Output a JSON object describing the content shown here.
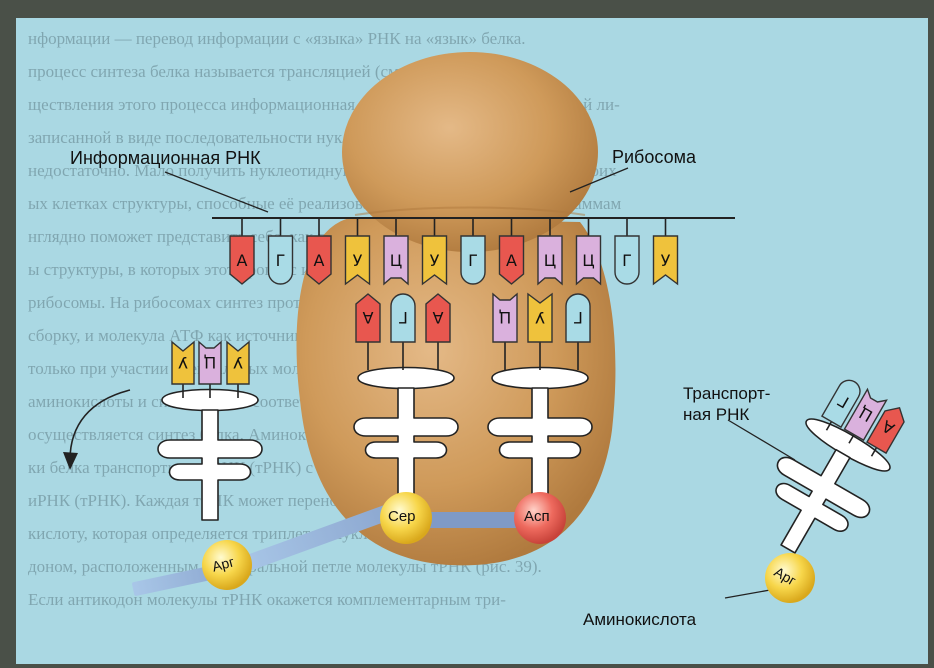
{
  "labels": {
    "mrna": "Информационная РНК",
    "ribosome": "Рибосома",
    "trna_line1": "Транспорт-",
    "trna_line2": "ная РНК",
    "amino_acid": "Аминокислота"
  },
  "mrna_codons": [
    "А",
    "Г",
    "А",
    "У",
    "Ц",
    "У",
    "Г",
    "А",
    "Ц",
    "Ц",
    "Г",
    "У"
  ],
  "anticodons_middle": [
    "А",
    "Г",
    "А",
    "Ц",
    "У",
    "Г"
  ],
  "anticodons_left": [
    "У",
    "Ц",
    "У"
  ],
  "anticodons_right": [
    "Г",
    "Ц",
    "А"
  ],
  "amino_acids": {
    "ser": "Сер",
    "asp": "Асп",
    "arg_left": "Арг",
    "arg_right": "Арг"
  },
  "background_text": [
    "нформации — перевод информации с «языка» РНК на «язык» белка.",
    "процесс синтеза белка называется трансляцией (см. рис. 38). Для осу-",
    "ществления этого процесса информационная молекула не должна быть одной ли-",
    "записанной в виде последовательности нуклеотидов в молекуле иРНК, явно",
    "недостаточно. Мало получить нуклеотидную программу, надо ещё иметь в своих",
    "ых клетках структуры, способные её реализовать и синтезировать по программам",
    "нглядно поможет представить себе, как происходит синтез белка. Нуж-",
    "ы структуры, в которых этот процесс и должен происходить, — это",
    "рибосомы. На рибосомах синтез протекает путём соединения аминокислот",
    "сборку, и молекула АТФ как источник энергии необходимой для этой",
    "только при участии специальных молекул, которые переносят аминокислоты",
    "аминокислоты и синтез идёт в соответствии с кодом, о котором",
    "осуществляется синтез белка. Аминокислоты доставляются к месту сбор-",
    "ки белка транспортными РНК (тРНК) с антикодонами, комплементарными",
    "иРНК (тРНК). Каждая тРНК может переносить только свою амино-",
    "кислоту, которая определяется триплетом нуклеотидов — антико-",
    "доном, расположенным в центральной петле молекулы тРНК (рис. 39).",
    "Если антикодон молекулы тРНК окажется комплементарным три-"
  ],
  "colors": {
    "adenine": "#e8574f",
    "guanine": "#a9dbe6",
    "uracil": "#efc23c",
    "cytosine": "#dab1dd",
    "ribosome": "#cf9a5a",
    "background": "#aad8e3"
  }
}
